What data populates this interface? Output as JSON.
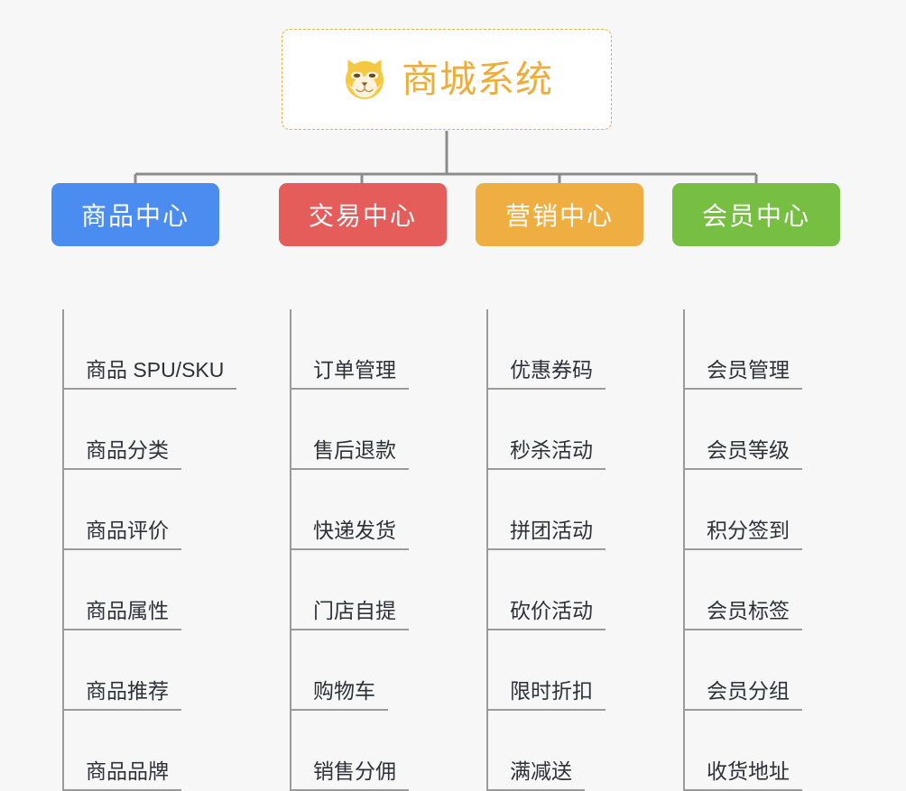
{
  "diagram": {
    "type": "org-chart",
    "background_color": "#f7f7f7",
    "connector_color": "#8c8c8c",
    "root": {
      "title": "商城系统",
      "icon": "shiba-dog-face-icon",
      "text_color": "#eeac3a",
      "border_color": "#eaae49",
      "border_style": "dashed",
      "background_color": "#ffffff"
    },
    "branches": [
      {
        "label": "商品中心",
        "color": "#4a8cf0",
        "color_class": "c-blue",
        "leaves": [
          "商品 SPU/SKU",
          "商品分类",
          "商品评价",
          "商品属性",
          "商品推荐",
          "商品品牌"
        ]
      },
      {
        "label": "交易中心",
        "color": "#e45d5a",
        "color_class": "c-red",
        "leaves": [
          "订单管理",
          "售后退款",
          "快递发货",
          "门店自提",
          "购物车",
          "销售分佣"
        ]
      },
      {
        "label": "营销中心",
        "color": "#eeae41",
        "color_class": "c-orange",
        "leaves": [
          "优惠券码",
          "秒杀活动",
          "拼团活动",
          "砍价活动",
          "限时折扣",
          "满减送"
        ]
      },
      {
        "label": "会员中心",
        "color": "#76bf42",
        "color_class": "c-green",
        "leaves": [
          "会员管理",
          "会员等级",
          "积分签到",
          "会员标签",
          "会员分组",
          "收货地址"
        ]
      }
    ]
  }
}
